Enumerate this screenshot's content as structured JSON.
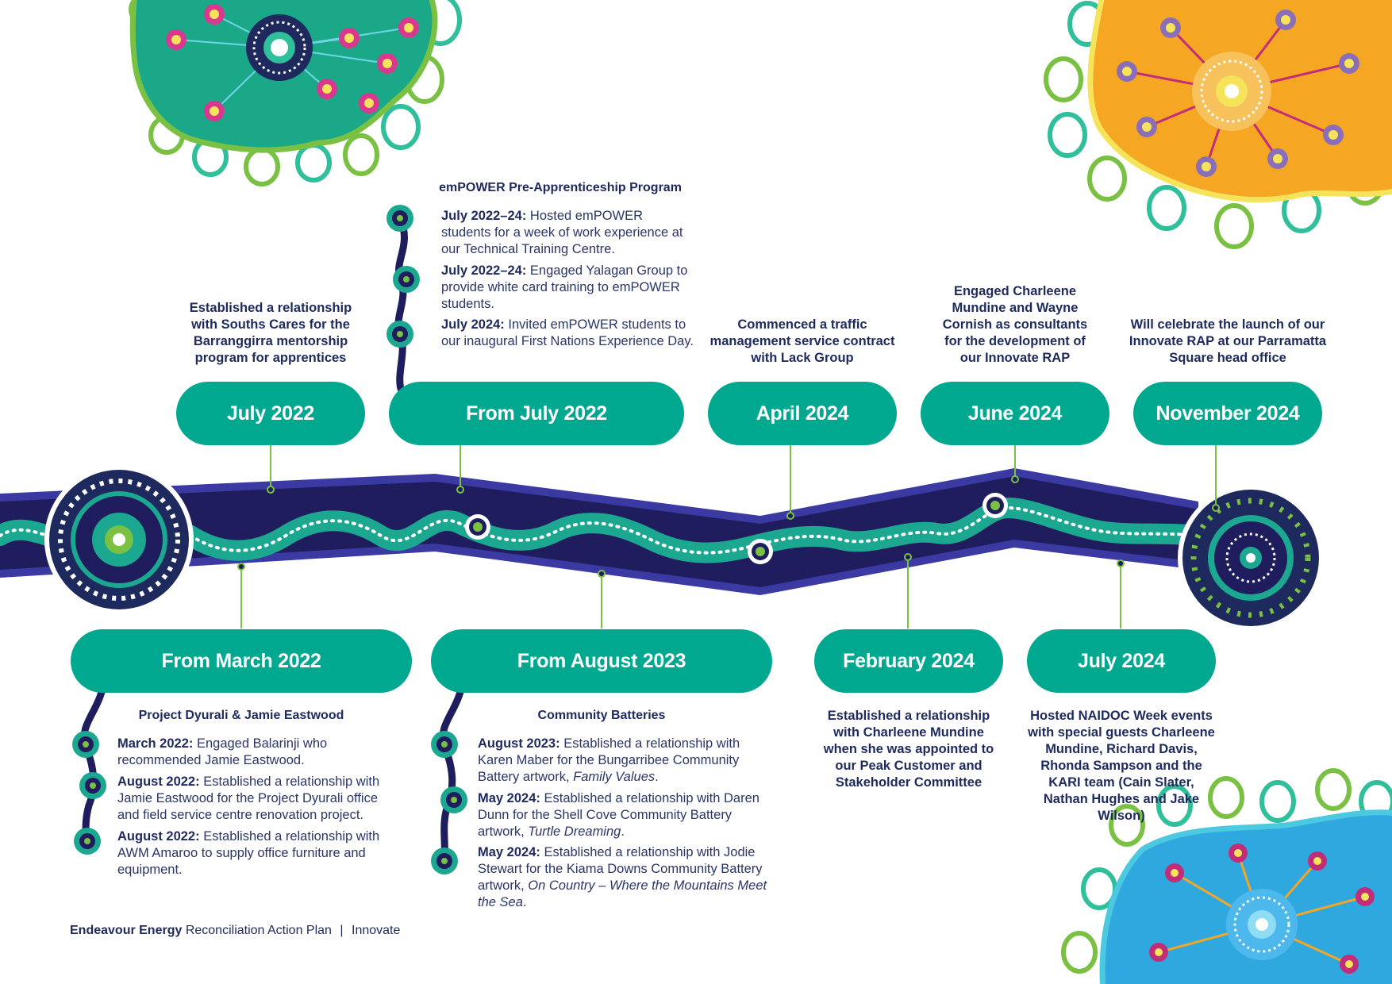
{
  "milestones": {
    "jul2022": {
      "label": "July 2022",
      "desc": "Established a relationship with Souths Cares for the Barranggirra mentorship program for apprentices"
    },
    "fromjul2022": {
      "label": "From July 2022"
    },
    "apr2024": {
      "label": "April 2024",
      "desc": "Commenced a traffic management service contract with Lack Group"
    },
    "jun2024": {
      "label": "June 2024",
      "desc": "Engaged Charleene Mundine and Wayne Cornish as consultants for the development of our Innovate RAP"
    },
    "nov2024": {
      "label": "November 2024",
      "desc": "Will celebrate the launch of our Innovate RAP at our Parramatta Square head office"
    },
    "frommar2022": {
      "label": "From March 2022"
    },
    "fromaug2023": {
      "label": "From August 2023"
    },
    "feb2024": {
      "label": "February 2024",
      "desc": "Established a relationship with Charleene Mundine when she was appointed to our Peak Customer and Stakeholder Committee"
    },
    "jul2024": {
      "label": "July 2024",
      "desc": "Hosted NAIDOC Week events with special guests Charleene Mundine, Richard Davis, Rhonda Sampson and the KARI team (Cain Slater, Nathan Hughes and Jake Wilson)"
    }
  },
  "empower": {
    "title": "emPOWER Pre-Apprenticeship Program",
    "entries": [
      {
        "date": "July 2022–24:",
        "text": " Hosted emPOWER students for a week of work experience at our Technical Training Centre."
      },
      {
        "date": "July 2022–24:",
        "text": " Engaged Yalagan Group to provide white card training to emPOWER students."
      },
      {
        "date": "July 2024:",
        "text": " Invited emPOWER students to our inaugural First Nations Experience Day."
      }
    ]
  },
  "dyurali": {
    "title": "Project Dyurali & Jamie Eastwood",
    "entries": [
      {
        "date": "March 2022:",
        "text": " Engaged Balarinji who recommended Jamie Eastwood."
      },
      {
        "date": "August 2022:",
        "text": " Established a relationship with Jamie Eastwood for the Project Dyurali office and field service centre renovation project."
      },
      {
        "date": "August 2022:",
        "text": " Established a relationship with AWM Amaroo to supply office furniture and equipment."
      }
    ]
  },
  "batteries": {
    "title": "Community Batteries",
    "entries": [
      {
        "date": "August 2023:",
        "text": " Established a relationship with Karen Maber for the Bungarribee Community Battery artwork, ",
        "art": "Family Values",
        "tail": "."
      },
      {
        "date": "May 2024:",
        "text": " Established a relationship with Daren Dunn for the Shell Cove Community Battery artwork, ",
        "art": "Turtle Dreaming",
        "tail": "."
      },
      {
        "date": "May 2024:",
        "text": " Established a relationship with Jodie Stewart for the Kiama Downs Community Battery artwork, ",
        "art": "On Country – Where the Mountains Meet the Sea",
        "tail": "."
      }
    ]
  },
  "footer": {
    "brand": "Endeavour Energy",
    "doc": "Reconciliation Action Plan",
    "sep": "|",
    "stage": "Innovate"
  },
  "colors": {
    "teal": "#00a88f",
    "navy": "#1e2a5e",
    "band": "#1f1d5e",
    "band_edge": "#3b3aa3",
    "lime": "#7ac143",
    "orange": "#f5a623",
    "blue": "#2fa8e0"
  }
}
